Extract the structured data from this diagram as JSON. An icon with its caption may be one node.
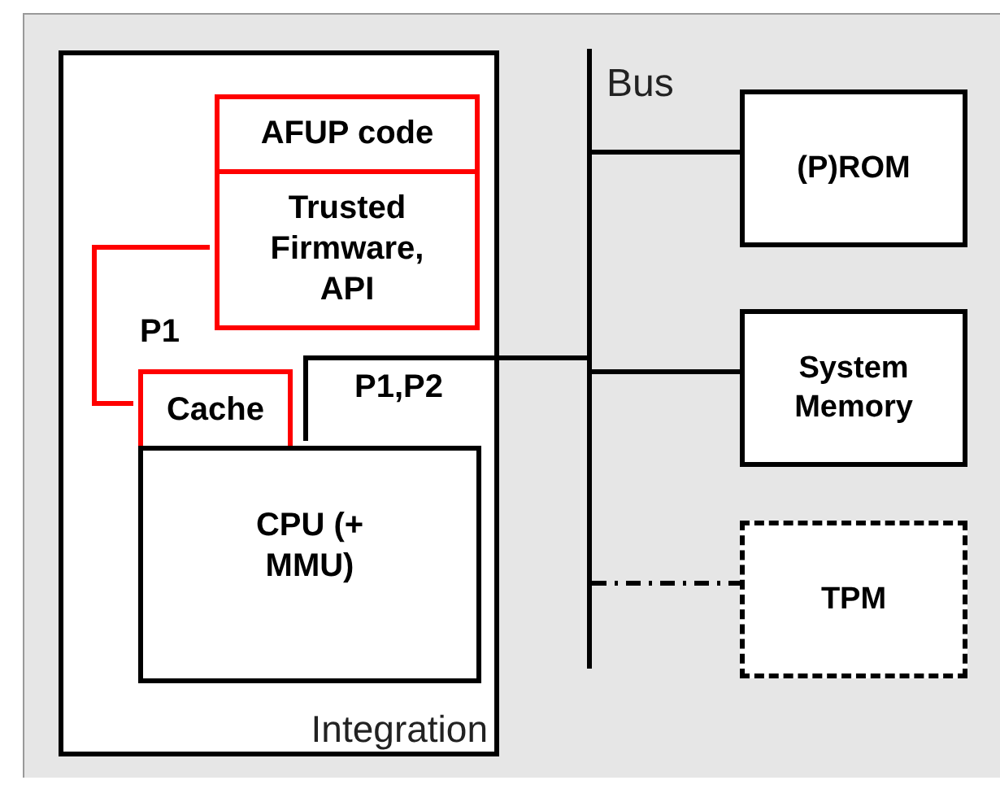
{
  "diagram": {
    "nodes": [
      {
        "text": [
          "Integration"
        ]
      },
      {
        "text": [
          "AFUP code"
        ],
        "in": 0
      },
      {
        "text": [
          "Trusted Firmware, API"
        ],
        "in": 0
      },
      {
        "text": [
          "Cache"
        ],
        "in": 0
      },
      {
        "text": [
          "CPU (+ MMU)"
        ],
        "in": 0
      },
      {
        "text": [],
        "shape": "bar",
        "beside": [
          "Bus"
        ]
      },
      {
        "text": [
          "(P)ROM"
        ]
      },
      {
        "text": [
          "System Memory"
        ]
      },
      {
        "text": [
          "TPM"
        ]
      }
    ],
    "edges": [
      {
        "from": 2,
        "to": 3,
        "arrow": "none",
        "label": "P1",
        "color": "#ff0000"
      },
      {
        "from": 4,
        "to": 5,
        "arrow": "none",
        "label": "P1,P2"
      },
      {
        "from": 5,
        "to": 6,
        "arrow": "none"
      },
      {
        "from": 5,
        "to": 7,
        "arrow": "none"
      },
      {
        "from": 5,
        "to": 8,
        "arrow": "none",
        "style": "dashed"
      }
    ]
  }
}
